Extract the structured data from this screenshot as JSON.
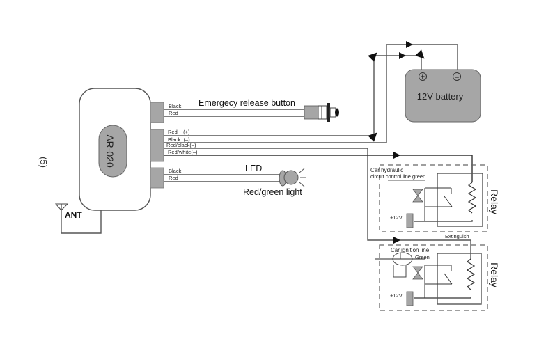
{
  "figure_label": "(5)",
  "module": {
    "name": "AR-020",
    "antenna_label": "ANT"
  },
  "connectors": {
    "emergency": {
      "wires": [
        "Black",
        "Red"
      ]
    },
    "power": {
      "wires": [
        "Red    (+)",
        "Black  (–)",
        "Red/black(–)",
        "Red/white(–)"
      ]
    },
    "led": {
      "wires": [
        "Black",
        "Red"
      ]
    }
  },
  "components": {
    "emergency_button": {
      "label": "Emergecy release button",
      "icon": "push-button-icon"
    },
    "led": {
      "label": "LED",
      "sublabel": "Red/green light",
      "icon": "led-lamp-icon"
    },
    "battery": {
      "label": "12V battery",
      "positive": "+",
      "negative": "–"
    }
  },
  "relays": [
    {
      "title": "Relay",
      "line_label_1": "Car hydraulic",
      "line_label_2": "circuit control line  green",
      "supply_label": "+12V",
      "output_label": "Extinguish"
    },
    {
      "title": "Relay",
      "line_label_1": "Car ignition line",
      "line_label_2": "Green",
      "supply_label": "+12V"
    }
  ],
  "colors": {
    "module_fill": "#ffffff",
    "component_gray": "#a6a6a6",
    "wire": "#555555",
    "dashed_box": "#666666"
  }
}
